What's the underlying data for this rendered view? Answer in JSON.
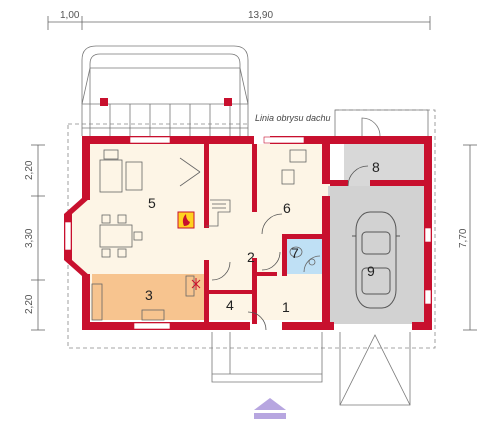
{
  "dimensions": {
    "top": [
      "1,00",
      "13,90"
    ],
    "left": [
      "2,20",
      "3,30",
      "2,20"
    ],
    "right": "7,70"
  },
  "roof_outline_label": "Linia obrysu dachu",
  "rooms": [
    "1",
    "2",
    "3",
    "4",
    "5",
    "6",
    "7",
    "8",
    "9"
  ],
  "colors": {
    "wall": "#c8102e",
    "floor_living": "#fdf5e6",
    "floor_kitchen": "#f7c48f",
    "floor_garage": "#d2d2d2",
    "floor_bath": "#bfe0f5",
    "entrance_arrow": "#b7a6e0"
  },
  "icons": [
    "entrance-arrow-icon",
    "fireplace-icon",
    "car-icon"
  ]
}
